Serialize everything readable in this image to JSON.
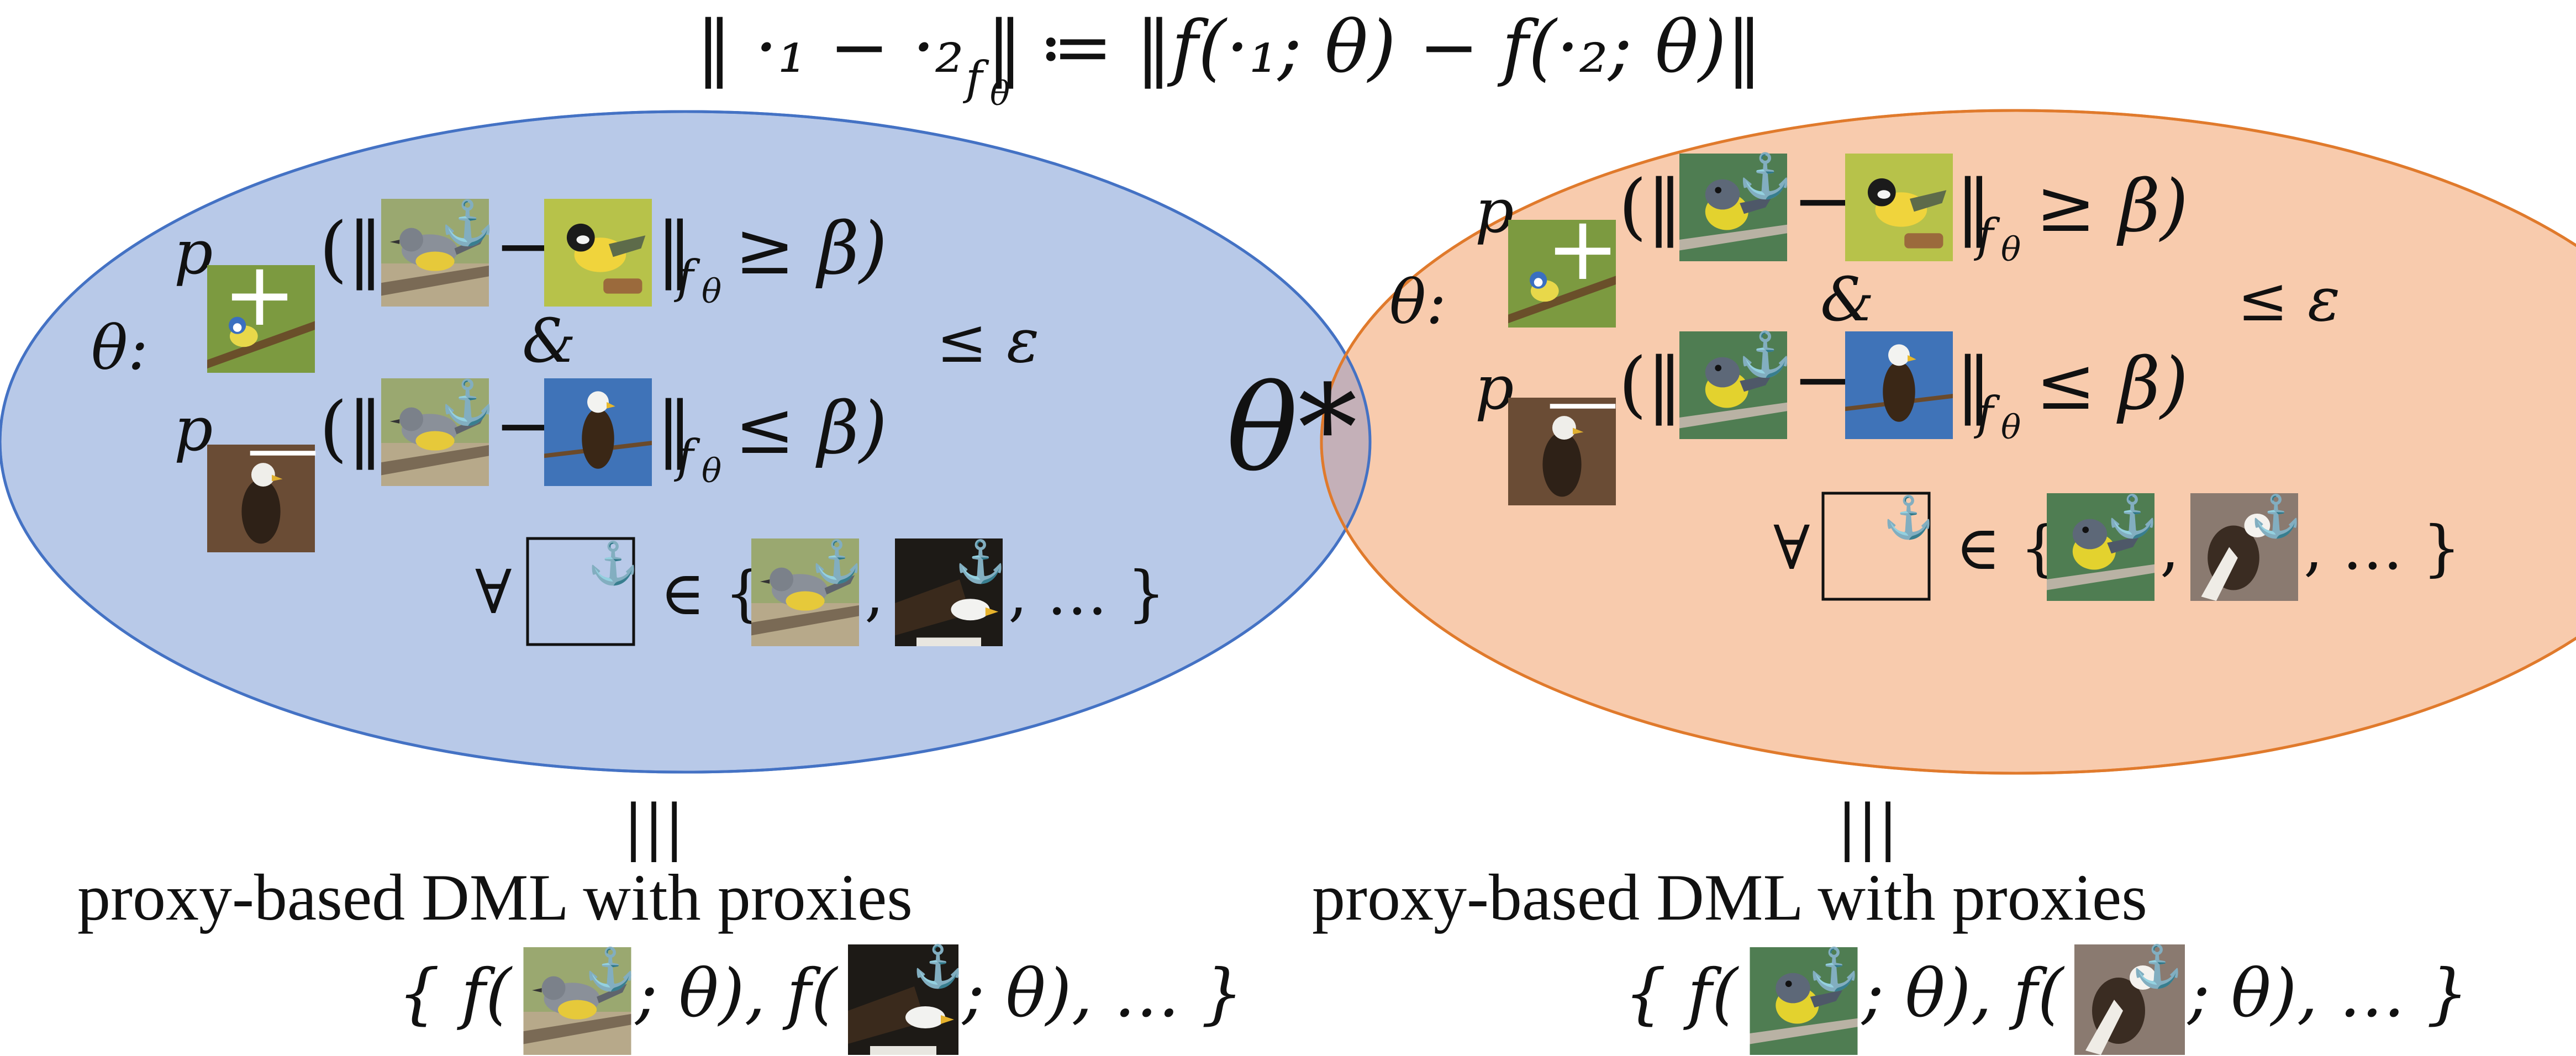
{
  "header": {
    "norm_lhs": "‖ ·₁ − ·₂ ‖",
    "norm_sub": "f",
    "norm_subsub": "θ",
    "norm_rhs": "≔ ‖f(·₁; θ) − f(·₂; θ)‖"
  },
  "left_set": {
    "theta_label": "θ:",
    "pos_p": "p",
    "neg_p": "p",
    "pos_open": "(‖",
    "neg_open": "(‖",
    "minus": "−",
    "norm_close": "‖",
    "sub_f": "f",
    "sub_theta": "θ",
    "pos_relation": "≥ β)",
    "neg_relation": "≤ β)",
    "and_symbol": "&",
    "bound": "≤ ε",
    "forall": "∀",
    "in_open": "∈ {",
    "comma": ",",
    "ellipsis_close": ", … }",
    "plus_sign": "+",
    "minus_sign": "—",
    "anchor": "⚓",
    "anchor_color": "#3a6fc8",
    "fill_color": "#b8c9e8",
    "stroke_color": "#4472c4"
  },
  "right_set": {
    "theta_label": "θ:",
    "pos_p": "p",
    "neg_p": "p",
    "pos_open": "(‖",
    "neg_open": "(‖",
    "minus": "−",
    "norm_close": "‖",
    "sub_f": "f",
    "sub_theta": "θ",
    "pos_relation": "≥ β)",
    "neg_relation": "≤ β)",
    "and_symbol": "&",
    "bound": "≤ ε",
    "forall": "∀",
    "in_open": "∈ {",
    "comma": ",",
    "ellipsis_close": ", … }",
    "plus_sign": "+",
    "minus_sign": "—",
    "anchor": "⚓",
    "anchor_color": "#e07a2c",
    "fill_color": "#f8cbad",
    "stroke_color": "#e07a2c"
  },
  "intersection": {
    "label": "θ*",
    "fill_color": "#c4b0b8"
  },
  "bottom_left": {
    "equiv": "|||",
    "caption": "proxy-based DML with proxies",
    "set_open": "{ f(",
    "mid": "; θ), f(",
    "set_close": "; θ), … }"
  },
  "bottom_right": {
    "equiv": "|||",
    "caption": "proxy-based DML with proxies",
    "set_open": "{ f(",
    "mid": "; θ), f(",
    "set_close": "; θ), … }"
  },
  "thumbnail_kinds": {
    "wagtail": "gray-yellow bird on branch",
    "great_tit": "black-headed yellow bird",
    "eagle": "bald eagle",
    "blue_tit": "small blue tit",
    "eagle_dark": "dark eagle",
    "grey_bird": "grey bird with yellow belly"
  }
}
